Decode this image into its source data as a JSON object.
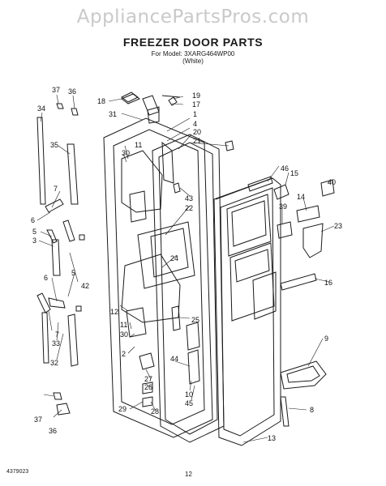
{
  "watermark": "AppliancePartsPros.com",
  "title": "FREEZER DOOR PARTS",
  "model_line": "For Model: 3XARG464WP00",
  "color_line": "(White)",
  "footer_code": "4379023",
  "page_number": "12",
  "callouts": {
    "c37a": "37",
    "c36a": "36",
    "c34": "34",
    "c35": "35",
    "c7a": "7",
    "c6a": "6",
    "c5a": "5",
    "c3": "3",
    "c42": "42",
    "c6b": "6",
    "c5b": "5",
    "c7b": "7",
    "c33": "33",
    "c32": "32",
    "c37b": "37",
    "c36b": "36",
    "c18": "18",
    "c19": "19",
    "c17": "17",
    "c31": "31",
    "c1": "1",
    "c4": "4",
    "c20": "20",
    "c21": "21",
    "c11a": "11",
    "c30a": "30",
    "c43": "43",
    "c22": "22",
    "c24": "24",
    "c12": "12",
    "c11b": "11",
    "c30b": "30",
    "c2": "2",
    "c27": "27",
    "c26": "26",
    "c29": "29",
    "c28": "28",
    "c25": "25",
    "c44": "44",
    "c10": "10",
    "c45": "45",
    "c46": "46",
    "c15": "15",
    "c40": "40",
    "c14": "14",
    "c39": "39",
    "c23": "23",
    "c16": "16",
    "c9": "9",
    "c8": "8",
    "c13": "13"
  }
}
